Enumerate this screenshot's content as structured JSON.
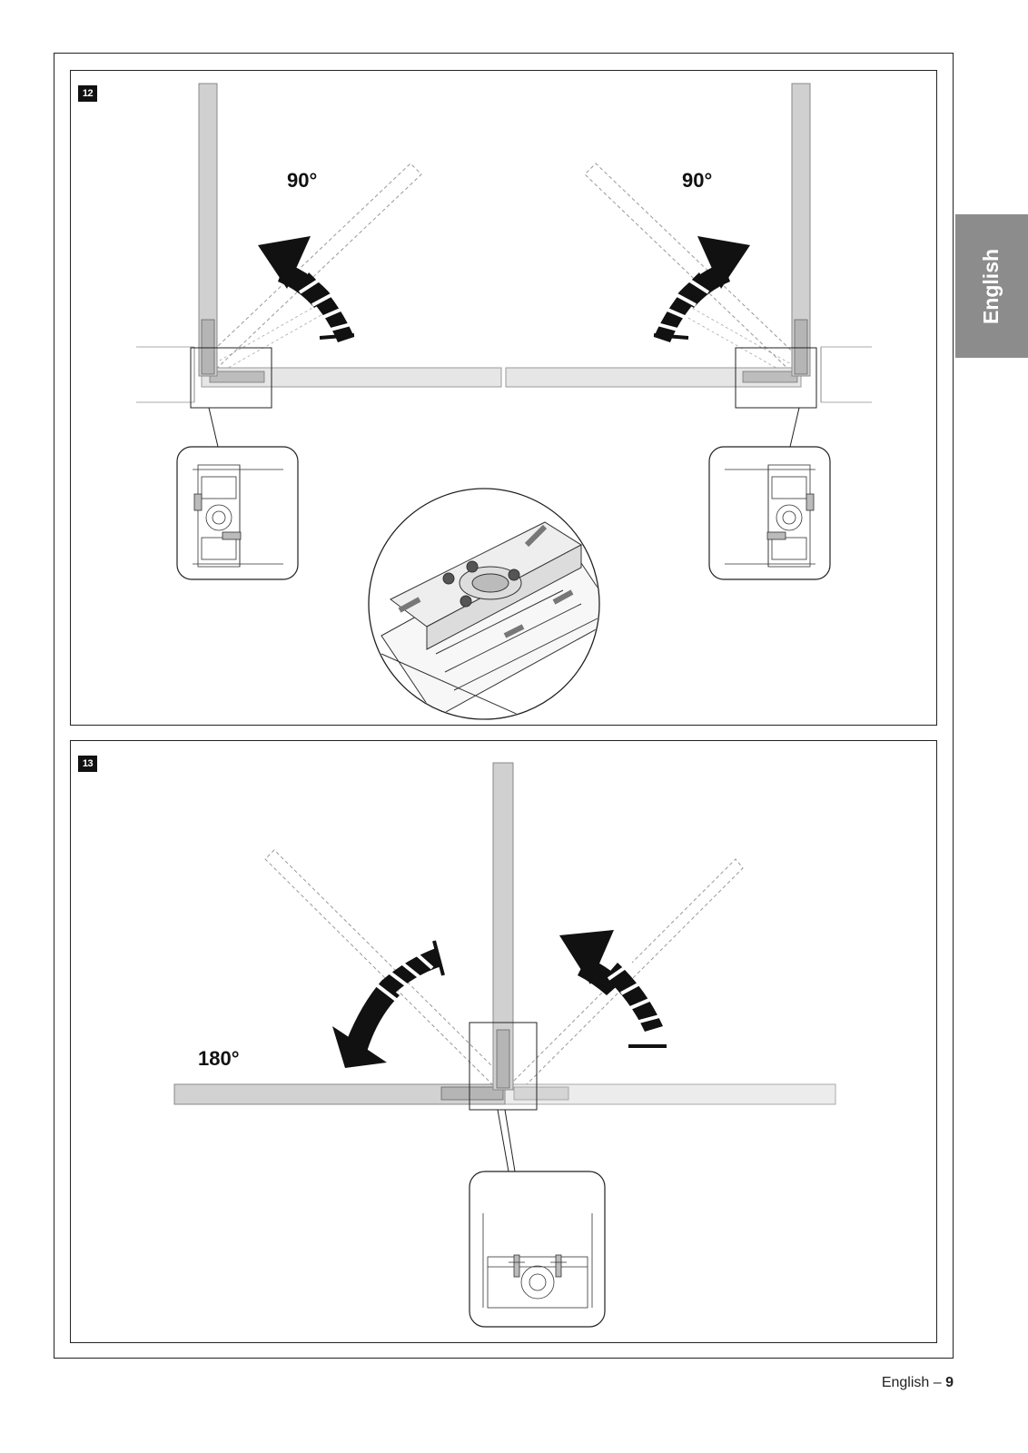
{
  "language_tab": "English",
  "footer": {
    "language": "English",
    "separator": " – ",
    "page_number": "9"
  },
  "figure12": {
    "number": "12",
    "left_angle": "90°",
    "right_angle": "90°"
  },
  "figure13": {
    "number": "13",
    "angle": "180°"
  },
  "colors": {
    "tab_gray": "#8c8c8c",
    "leaf_gray": "#d2d2d2",
    "leaf_light": "#e8e8e8",
    "arrow": "#111111"
  }
}
